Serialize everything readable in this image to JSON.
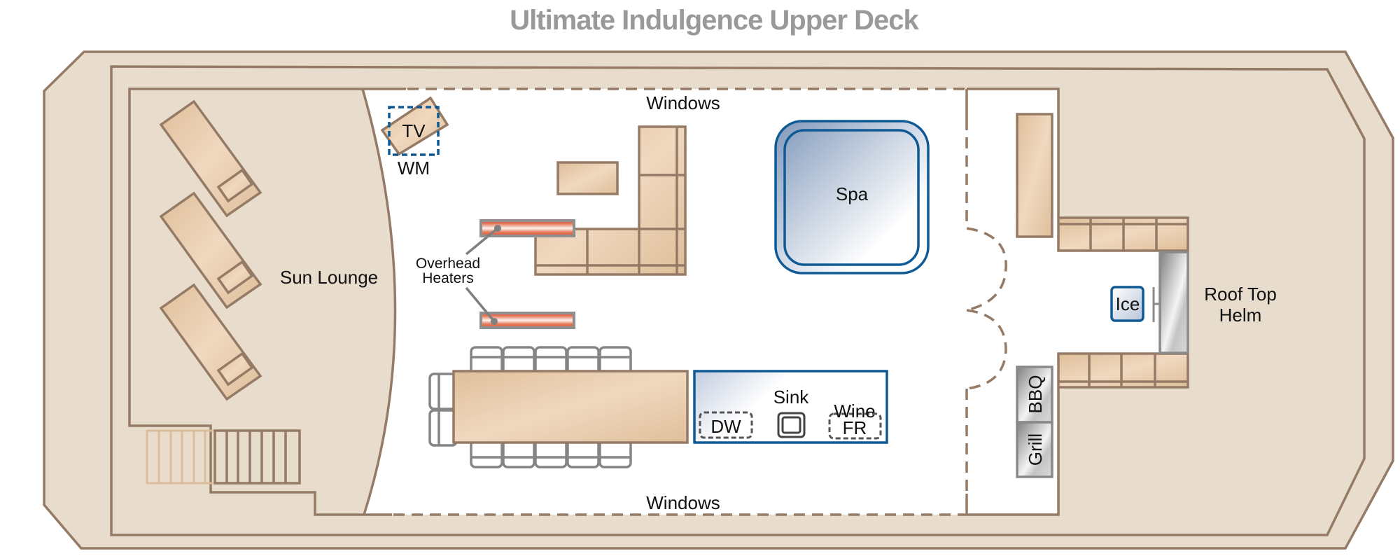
{
  "title": "Ultimate Indulgence Upper Deck",
  "colors": {
    "deck_fill": "#e8dccd",
    "outline": "#957a66",
    "wood": "#e6c9a8",
    "spa_blue": "#0f5a94",
    "heater_red": "#dd5a3a",
    "title_gray": "#999999"
  },
  "areas": {
    "sun_lounge": "Sun Lounge",
    "roof_top_helm_line1": "Roof Top",
    "roof_top_helm_line2": "Helm"
  },
  "labels": {
    "windows_top": "Windows",
    "windows_bottom": "Windows",
    "tv": "TV",
    "wall_mount": "WM",
    "heaters_line1": "Overhead",
    "heaters_line2": "Heaters",
    "spa": "Spa",
    "sink": "Sink",
    "dishwasher": "DW",
    "wine_fridge_line1": "Wine",
    "wine_fridge_line2": "FR",
    "ice": "Ice",
    "bbq": "BBQ",
    "grill": "Grill"
  },
  "counts": {
    "sun_loungers": 3,
    "dining_chairs": 12,
    "overhead_heaters": 2
  }
}
